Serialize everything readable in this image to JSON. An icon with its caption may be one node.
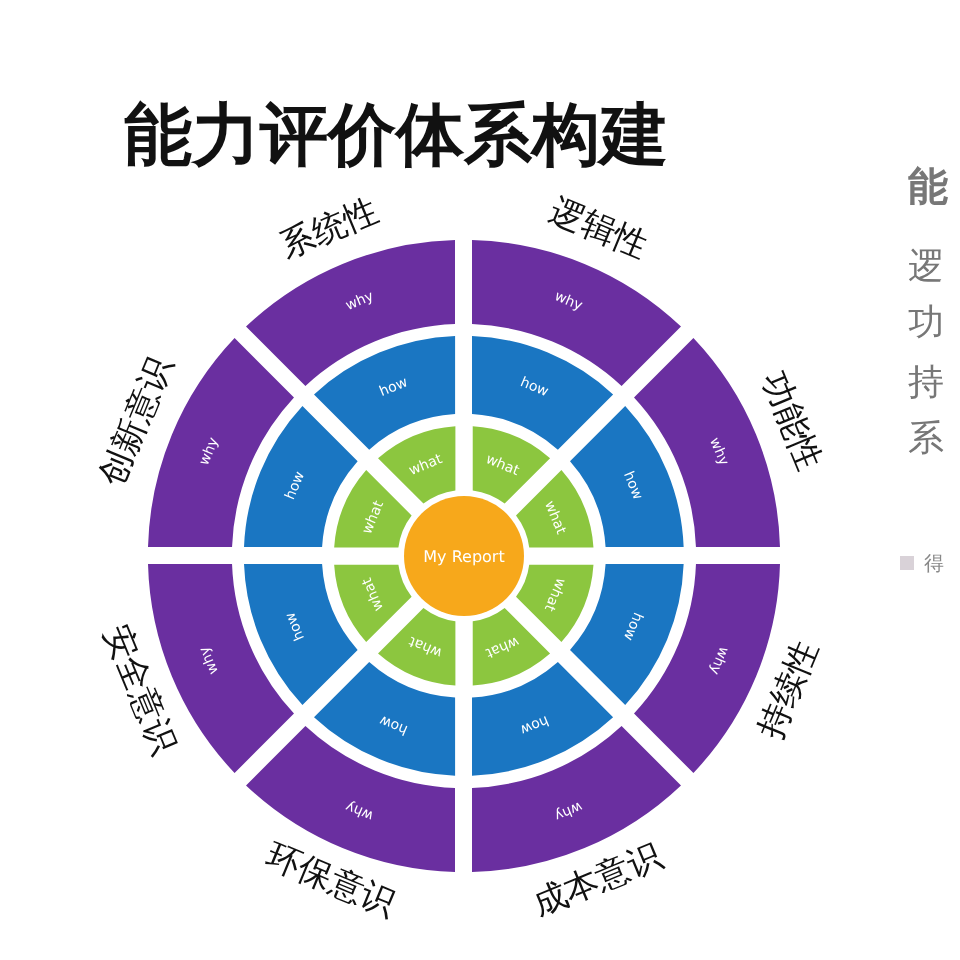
{
  "diagram": {
    "title": "能力评价体系构建",
    "nodes": [
      {
        "text": [
          "My Report"
        ]
      },
      {
        "text": [
          "what"
        ]
      },
      {
        "text": [
          "how"
        ]
      },
      {
        "text": [
          "why"
        ],
        "beside": [
          "系统性"
        ]
      },
      {
        "text": [
          "what"
        ]
      },
      {
        "text": [
          "how"
        ]
      },
      {
        "text": [
          "why"
        ],
        "beside": [
          "逻辑性"
        ]
      },
      {
        "text": [
          "what"
        ]
      },
      {
        "text": [
          "how"
        ]
      },
      {
        "text": [
          "why"
        ],
        "beside": [
          "功能性"
        ]
      },
      {
        "text": [
          "what"
        ]
      },
      {
        "text": [
          "how"
        ]
      },
      {
        "text": [
          "why"
        ],
        "beside": [
          "持续性"
        ]
      },
      {
        "text": [
          "what"
        ]
      },
      {
        "text": [
          "how"
        ]
      },
      {
        "text": [
          "why"
        ],
        "beside": [
          "成本意识"
        ]
      },
      {
        "text": [
          "what"
        ]
      },
      {
        "text": [
          "how"
        ]
      },
      {
        "text": [
          "why"
        ],
        "beside": [
          "环保意识"
        ]
      },
      {
        "text": [
          "what"
        ]
      },
      {
        "text": [
          "how"
        ]
      },
      {
        "text": [
          "why"
        ],
        "beside": [
          "安全意识"
        ]
      },
      {
        "text": [
          "what"
        ]
      },
      {
        "text": [
          "how"
        ]
      },
      {
        "text": [
          "why"
        ],
        "beside": [
          "创新意识"
        ]
      }
    ],
    "labels": [
      "能",
      "逻",
      "功",
      "持",
      "系"
    ],
    "legend": [
      {
        "text": "得",
        "color": "#d9d2d8"
      }
    ]
  }
}
